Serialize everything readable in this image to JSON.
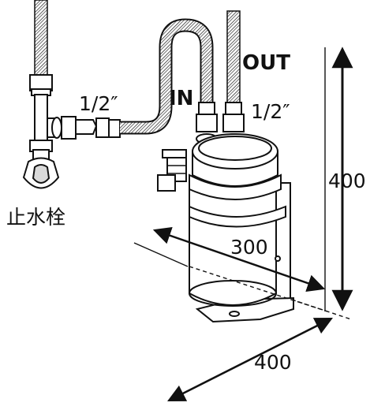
{
  "labels": {
    "inlet_size": "1/2″",
    "outlet_size": "1/2″",
    "in": "IN",
    "out": "OUT",
    "stop_valve": "止水栓"
  },
  "dimensions": {
    "height": "400",
    "depth": "300",
    "width": "400"
  },
  "colors": {
    "line": "#111111",
    "fill": "#ffffff",
    "shade": "#d9d9d9"
  }
}
